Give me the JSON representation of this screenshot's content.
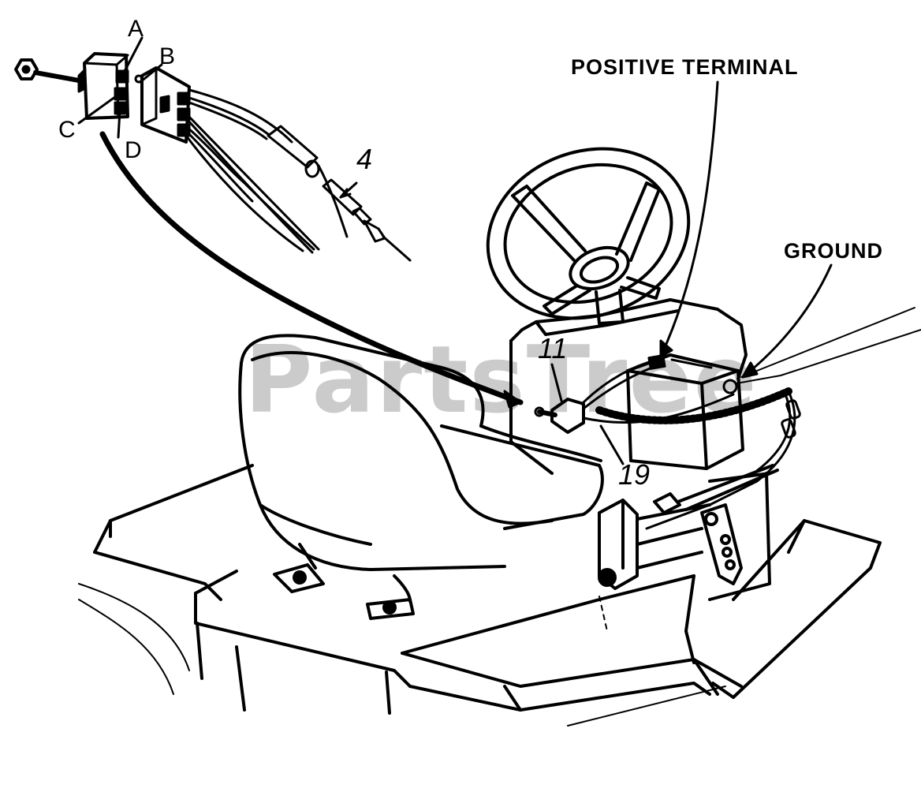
{
  "labels": {
    "positive_terminal": "POSITIVE TERMINAL",
    "ground": "GROUND",
    "a": "A",
    "b": "B",
    "c": "C",
    "d": "D",
    "part_4": "4",
    "part_11": "11",
    "part_19": "19"
  },
  "watermark": "PartsTree",
  "colors": {
    "ink": "#000000",
    "paper": "#ffffff",
    "watermark": "#c8c8c8"
  }
}
